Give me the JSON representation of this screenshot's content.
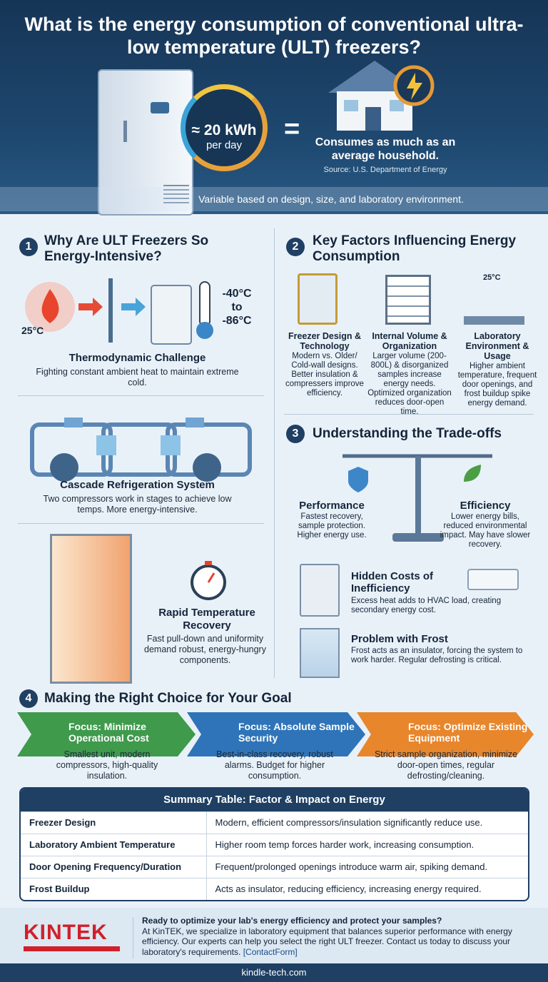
{
  "header": {
    "title": "What is the energy consumption of conventional ultra-low temperature (ULT) freezers?",
    "gauge_value": "≈ 20 kWh",
    "gauge_unit": "per day",
    "equals": "=",
    "comparison": "Consumes as much as an average household.",
    "source": "Source: U.S. Department of Energy",
    "banner": "Variable based on design, size, and laboratory environment."
  },
  "section1": {
    "number": "1",
    "title": "Why Are ULT Freezers So Energy-Intensive?",
    "ambient": "25°C",
    "temp_range": "-40°C to -86°C",
    "blocks": [
      {
        "title": "Thermodynamic Challenge",
        "text": "Fighting constant ambient heat to maintain extreme cold."
      },
      {
        "title": "Cascade Refrigeration System",
        "text": "Two compressors work in stages to achieve low temps. More energy-intensive."
      },
      {
        "title": "Rapid Temperature Recovery",
        "text": "Fast pull-down and uniformity demand robust, energy-hungry components."
      }
    ]
  },
  "section2": {
    "number": "2",
    "title": "Key Factors Influencing Energy Consumption",
    "lab_temp": "25°C",
    "factors": [
      {
        "title": "Freezer Design & Technology",
        "text": "Modern vs. Older/ Cold-wall designs. Better insulation & compressers improve efficiency."
      },
      {
        "title": "Internal Volume & Organization",
        "text": "Larger volume (200-800L) & disorganized samples increase energy needs. Optimized organization reduces door-open time."
      },
      {
        "title": "Laboratory Environment & Usage",
        "text": "Higher ambient temperature, frequent door openings, and frost buildup spike energy demand."
      }
    ]
  },
  "section3": {
    "number": "3",
    "title": "Understanding the Trade-offs",
    "left": {
      "title": "Performance",
      "text": "Fastest recovery, sample protection. Higher energy use."
    },
    "right": {
      "title": "Efficiency",
      "text": "Lower energy bills, reduced environmental impact. May have slower recovery."
    },
    "hidden": {
      "title": "Hidden Costs of Inefficiency",
      "text": "Excess heat adds to HVAC load, creating secondary energy cost."
    },
    "frost": {
      "title": "Problem with Frost",
      "text": "Frost acts as an insulator, forcing the system to work harder. Regular defrosting is critical."
    }
  },
  "section4": {
    "number": "4",
    "title": "Making the Right Choice for Your Goal",
    "goals": [
      {
        "label": "Focus: Minimize Operational Cost",
        "text": "Smallest unit, modern compressors, high-quality insulation.",
        "color": "#3f9a4c"
      },
      {
        "label": "Focus: Absolute Sample Security",
        "text": "Best-in-class recovery, robust alarms. Budget for higher consumption.",
        "color": "#2f74b8"
      },
      {
        "label": "Focus: Optimize Existing Equipment",
        "text": "Strict sample organization, minimize door-open times, regular defrosting/cleaning.",
        "color": "#e8862c"
      }
    ]
  },
  "summary": {
    "title": "Summary Table: Factor & Impact on Energy",
    "rows": [
      [
        "Freezer Design",
        "Modern, efficient compressors/insulation significantly reduce use."
      ],
      [
        "Laboratory Ambient Temperature",
        "Higher room temp forces harder work, increasing consumption."
      ],
      [
        "Door Opening Frequency/Duration",
        "Frequent/prolonged openings introduce warm air, spiking demand."
      ],
      [
        "Frost Buildup",
        "Acts as insulator, reducing efficiency, increasing energy required."
      ]
    ]
  },
  "cta": {
    "brand": "KINTEK",
    "headline": "Ready to optimize your lab's energy efficiency and protect your samples?",
    "body": "At KinTEK, we specialize in laboratory equipment that balances superior performance with energy efficiency. Our experts can help you select the right ULT freezer. Contact us today to discuss your laboratory's requirements.",
    "link": "[ContactForm]",
    "brand_color": "#d0202a"
  },
  "footer": {
    "url": "kindle-tech.com"
  }
}
